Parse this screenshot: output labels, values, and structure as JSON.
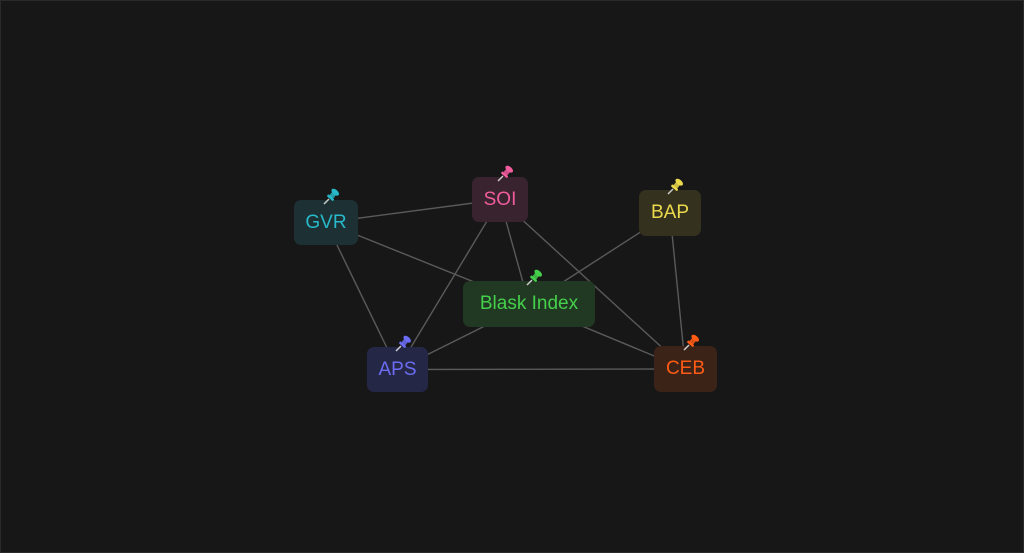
{
  "nodes": [
    {
      "id": "gvr",
      "label": "GVR",
      "color": "#27b9c9",
      "bg": "#1d3033"
    },
    {
      "id": "soi",
      "label": "SOI",
      "color": "#f05c9c",
      "bg": "#38232e"
    },
    {
      "id": "bap",
      "label": "BAP",
      "color": "#ebda4c",
      "bg": "#34311e"
    },
    {
      "id": "blask",
      "label": "Blask Index",
      "color": "#45d04b",
      "bg": "#213822"
    },
    {
      "id": "aps",
      "label": "APS",
      "color": "#6b6cf2",
      "bg": "#252747"
    },
    {
      "id": "ceb",
      "label": "CEB",
      "color": "#ff5b15",
      "bg": "#3b2317"
    }
  ],
  "edges": [
    [
      "gvr",
      "soi"
    ],
    [
      "gvr",
      "blask"
    ],
    [
      "gvr",
      "aps"
    ],
    [
      "soi",
      "aps"
    ],
    [
      "soi",
      "blask"
    ],
    [
      "soi",
      "ceb"
    ],
    [
      "bap",
      "blask"
    ],
    [
      "bap",
      "ceb"
    ],
    [
      "blask",
      "aps"
    ],
    [
      "blask",
      "ceb"
    ],
    [
      "aps",
      "ceb"
    ]
  ],
  "pin_icon": "pushpin-icon"
}
